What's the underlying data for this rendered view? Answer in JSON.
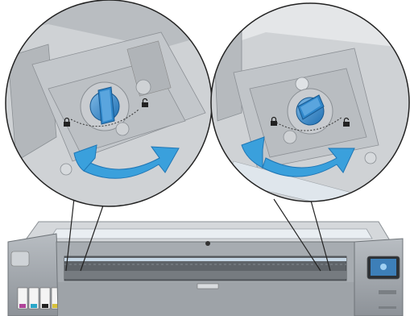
{
  "figure": {
    "subject": "printer-maintenance-illustration",
    "callouts": [
      {
        "position": "left",
        "knob": "rotary-lock-knob",
        "rotation_arrow": "counterclockwise-arrow",
        "icons": [
          "locked-padlock-icon",
          "unlocked-padlock-icon"
        ]
      },
      {
        "position": "right",
        "knob": "rotary-lock-knob",
        "rotation_arrow": "counterclockwise-arrow",
        "icons": [
          "locked-padlock-icon",
          "unlocked-padlock-icon"
        ]
      }
    ],
    "colors": {
      "accent_blue": "#2f86c9",
      "arrow_blue": "#3aa0dc",
      "printer_gray": "#9aa0a6",
      "panel_gray": "#c9cdd1",
      "ink_magenta": "#b0449a",
      "ink_cyan": "#2aa7c9",
      "ink_yellow": "#d8c23a",
      "ink_black": "#222222"
    }
  }
}
